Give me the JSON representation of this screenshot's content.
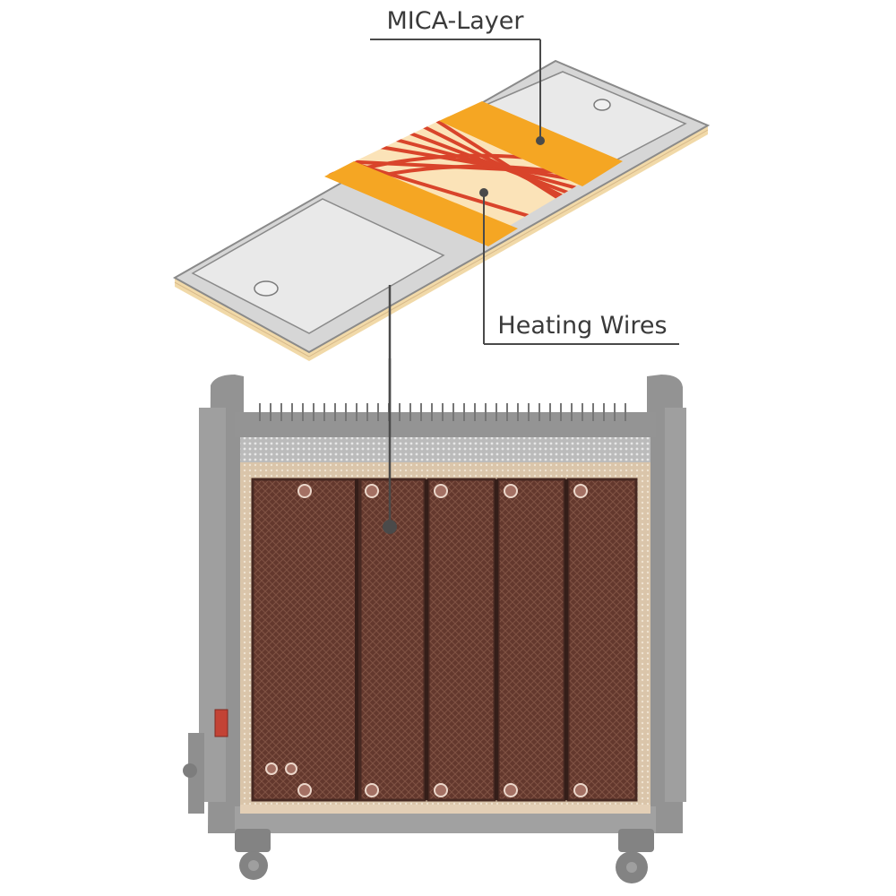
{
  "labels": {
    "mica_layer": "MICA-Layer",
    "heating_wires": "Heating Wires"
  },
  "colors": {
    "plate_gray": "#d9d9d9",
    "plate_edge": "#f3ddb0",
    "mica_orange": "#f5a623",
    "wire_red": "#d9442b",
    "wire_bg": "#fbe3b8",
    "heater_body": "#8e8e8e",
    "panel_brown": "#5a2d22",
    "leader_line": "#4a4a4a"
  },
  "heater": {
    "panel_count": 5
  }
}
